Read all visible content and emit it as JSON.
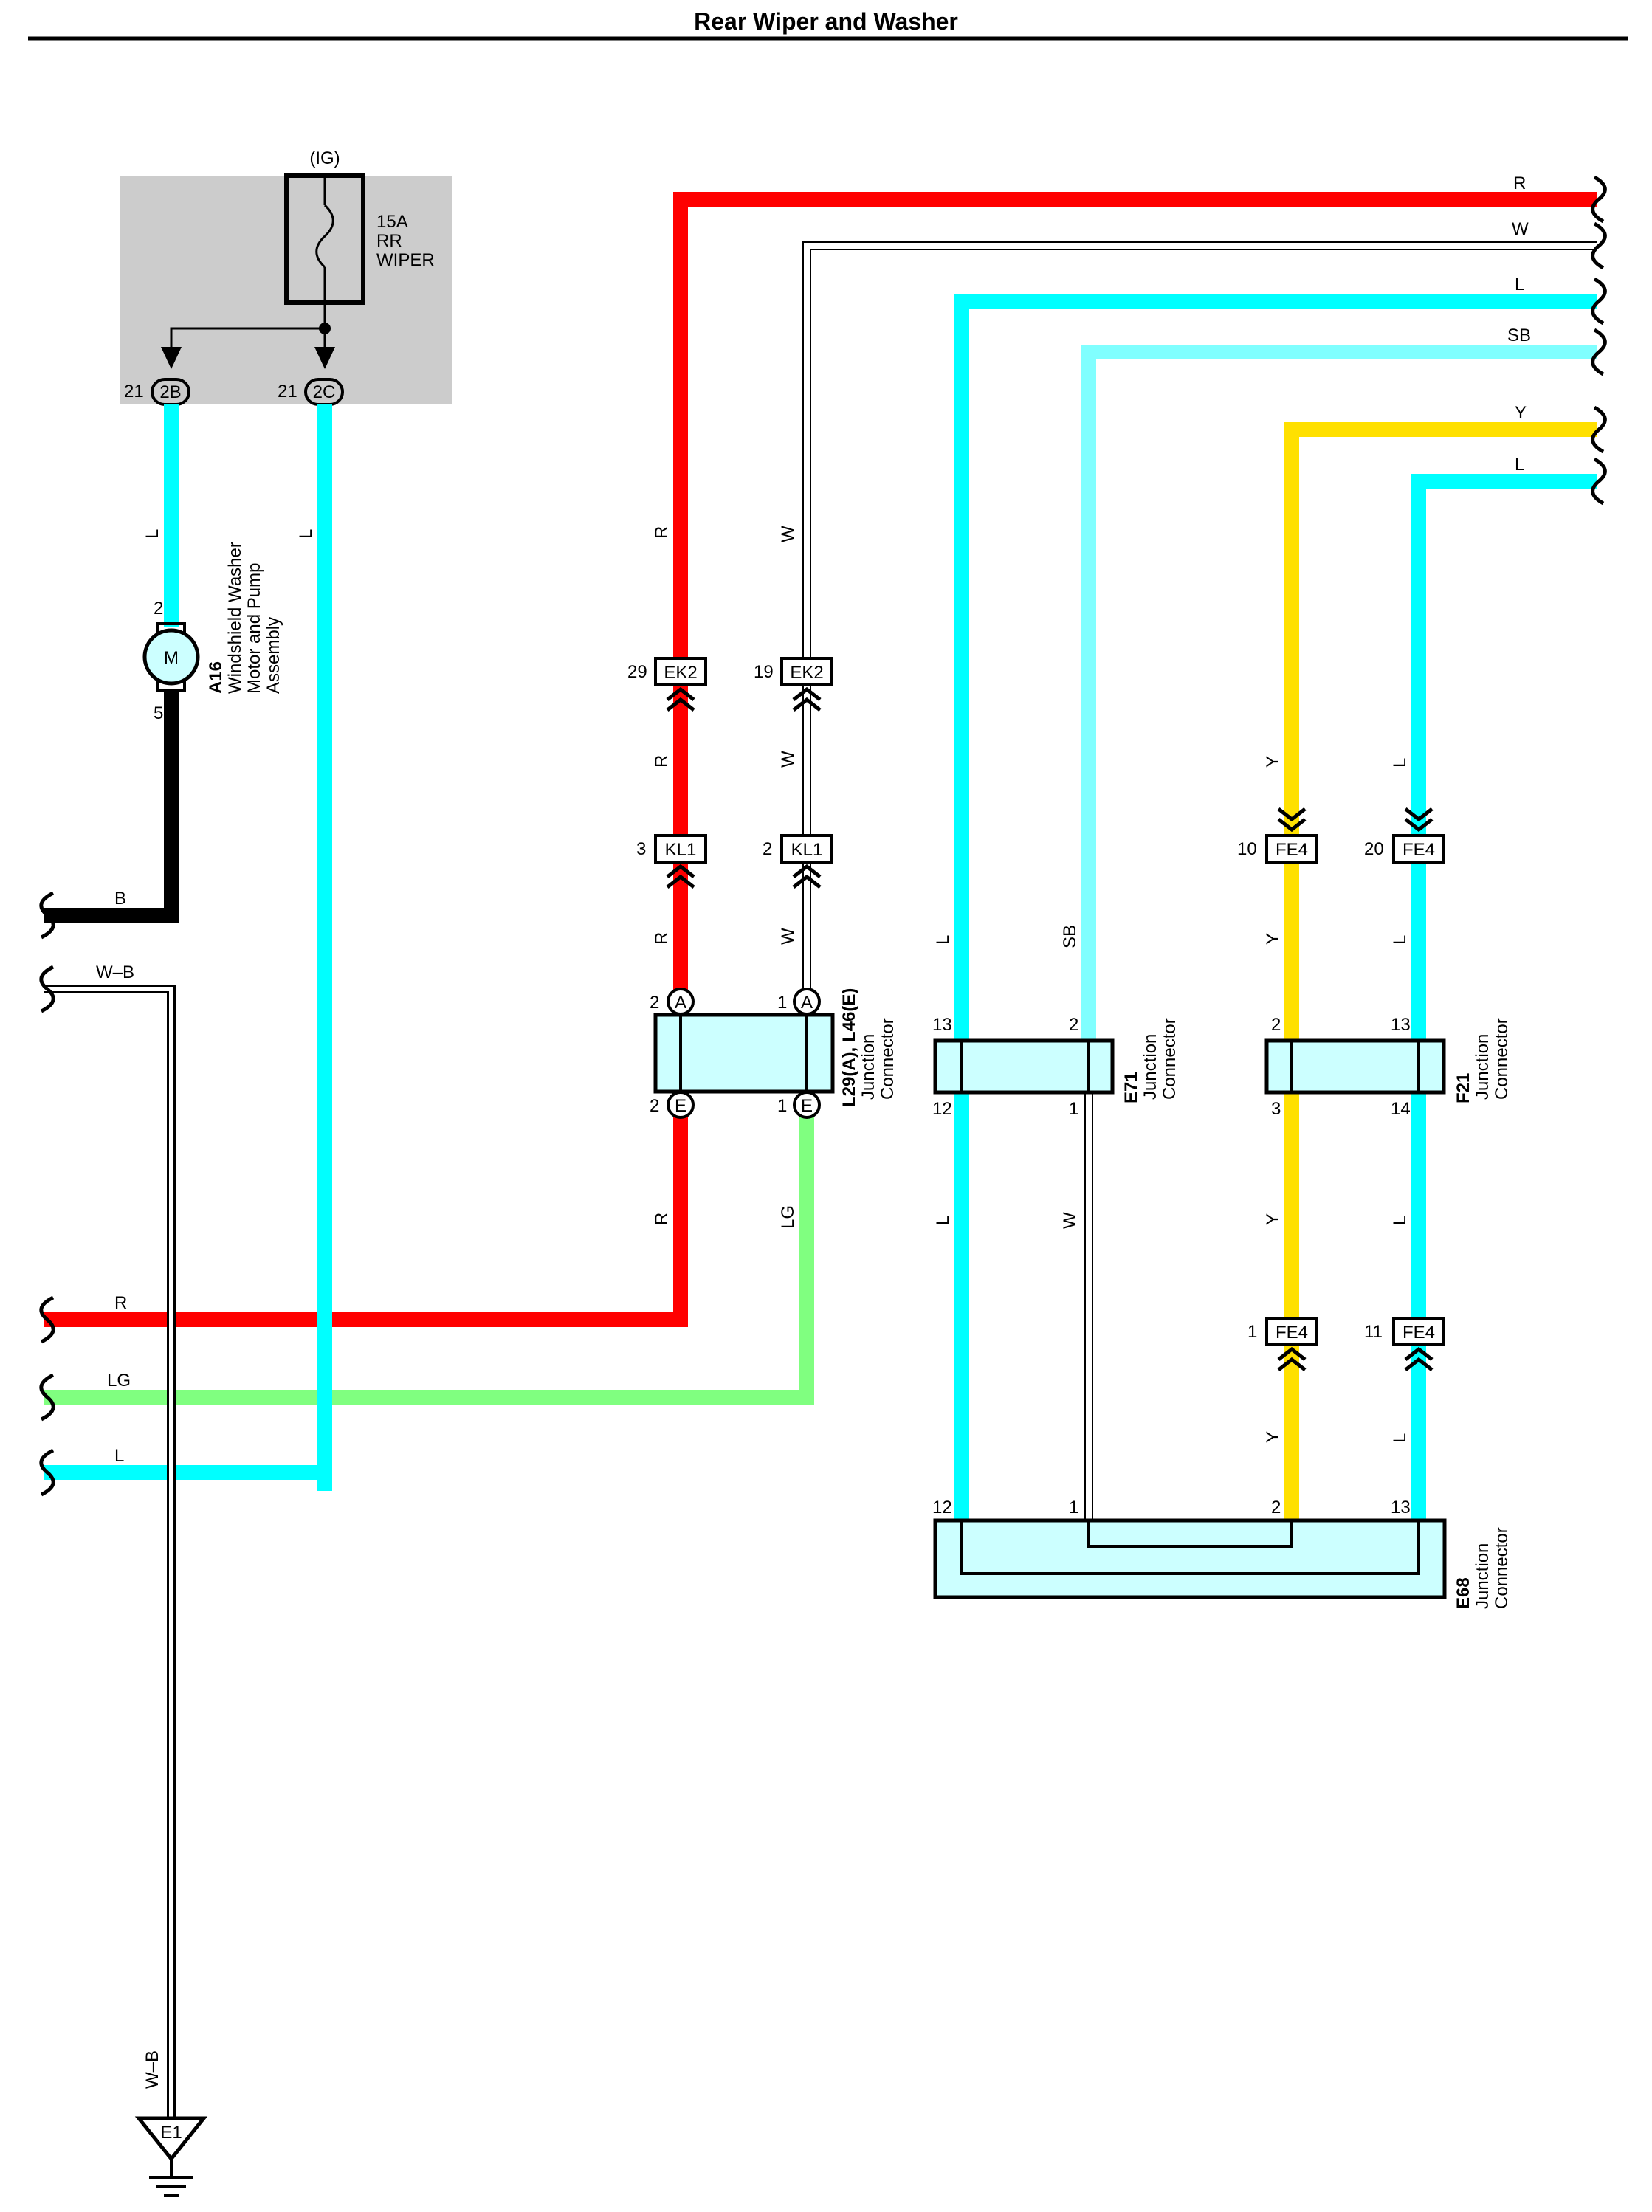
{
  "title": "Rear Wiper and Washer",
  "colors": {
    "R": "#ff0000",
    "W": "#ffffff",
    "L": "#00ffff",
    "SB": "#80ffff",
    "Y": "#ffe000",
    "LG": "#80ff80",
    "B": "#000000",
    "connector_fill": "#ccffff",
    "fuse_box_fill": "#cccccc"
  },
  "fuse": {
    "source": "(IG)",
    "rating": "15A",
    "name_line1": "RR",
    "name_line2": "WIPER"
  },
  "fuse_box_pins": [
    {
      "num": "21",
      "id": "2B"
    },
    {
      "num": "21",
      "id": "2C"
    }
  ],
  "motor": {
    "symbol": "M",
    "code": "A16",
    "name_line1": "Windshield Washer",
    "name_line2": "Motor and Pump",
    "name_line3": "Assembly",
    "pin_top": "2",
    "pin_bottom": "5"
  },
  "wire_labels": {
    "fuse_2b": "L",
    "fuse_2c": "L",
    "motor_out": "B",
    "ground_in": "W–B",
    "ground_vert": "W–B",
    "left_r": "R",
    "left_lg": "LG",
    "left_l": "L",
    "red_upper": "R",
    "red_mid": "R",
    "red_lower": "R",
    "red_bottom": "R",
    "white_upper": "W",
    "white_mid": "W",
    "white_lower": "W",
    "lg_bottom": "LG",
    "l1_upper": "L",
    "l1_lower": "L",
    "sb_upper": "SB",
    "w2_lower": "W",
    "y_upper": "Y",
    "y_mid": "Y",
    "y_mid2": "Y",
    "y_lower": "Y",
    "l2_upper": "L",
    "l2_mid": "L",
    "l2_mid2": "L",
    "l2_lower": "L"
  },
  "right_wires": [
    "R",
    "W",
    "L",
    "SB",
    "Y",
    "L"
  ],
  "inline_connectors": [
    {
      "num": "29",
      "id": "EK2"
    },
    {
      "num": "19",
      "id": "EK2"
    },
    {
      "num": "3",
      "id": "KL1"
    },
    {
      "num": "2",
      "id": "KL1"
    },
    {
      "num": "10",
      "id": "FE4"
    },
    {
      "num": "20",
      "id": "FE4"
    },
    {
      "num": "1",
      "id": "FE4"
    },
    {
      "num": "11",
      "id": "FE4"
    }
  ],
  "junction_l29": {
    "code": "L29(A), L46(E)",
    "name_line1": "Junction",
    "name_line2": "Connector",
    "top_pins": [
      {
        "num": "2",
        "id": "A"
      },
      {
        "num": "1",
        "id": "A"
      }
    ],
    "bottom_pins": [
      {
        "num": "2",
        "id": "E"
      },
      {
        "num": "1",
        "id": "E"
      }
    ]
  },
  "junction_e71": {
    "code": "E71",
    "name_line1": "Junction",
    "name_line2": "Connector",
    "pins": [
      "13",
      "2",
      "12",
      "1"
    ]
  },
  "junction_f21": {
    "code": "F21",
    "name_line1": "Junction",
    "name_line2": "Connector",
    "pins": [
      "2",
      "13",
      "3",
      "14"
    ]
  },
  "junction_e68": {
    "code": "E68",
    "name_line1": "Junction",
    "name_line2": "Connector",
    "pins": [
      "12",
      "1",
      "2",
      "13"
    ]
  },
  "ground": {
    "id": "E1"
  }
}
